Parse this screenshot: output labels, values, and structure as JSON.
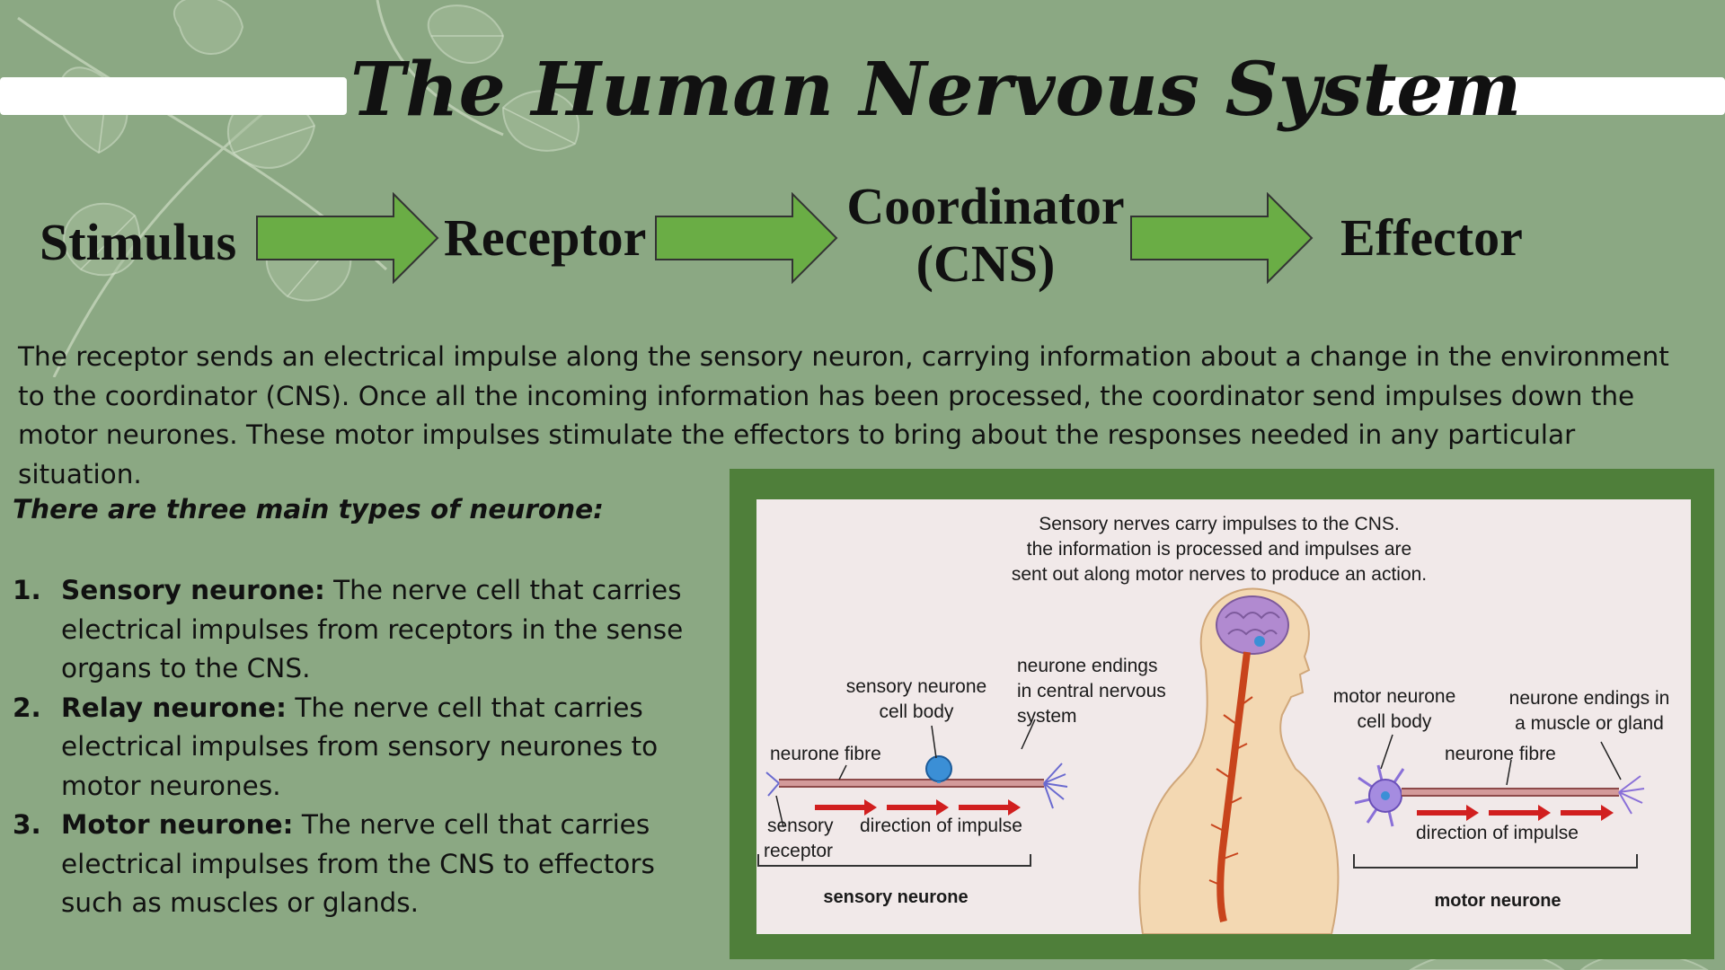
{
  "title": "The Human Nervous System",
  "flow": {
    "stimulus": "Stimulus",
    "receptor": "Receptor",
    "coordinator_line1": "Coordinator",
    "coordinator_line2": "(CNS)",
    "effector": "Effector"
  },
  "paragraph": "The receptor sends an electrical impulse along the sensory neuron, carrying information about a change in the environment to the coordinator (CNS). Once all the incoming information has been processed, the coordinator send impulses down the motor neurones. These motor impulses stimulate the effectors to bring about the responses needed in any particular situation.",
  "types_heading": "There are three main types of neurone:",
  "neurone_types": [
    {
      "number": "1.",
      "term": "Sensory neurone:",
      "description": " The nerve cell that carries electrical impulses from receptors in the sense organs to the CNS."
    },
    {
      "number": "2.",
      "term": "Relay neurone:",
      "description": " The nerve cell that carries electrical impulses from sensory neurones to motor neurones."
    },
    {
      "number": "3.",
      "term": "Motor neurone:",
      "description": " The nerve cell that carries electrical impulses from the CNS to effectors such as muscles or glands."
    }
  ],
  "figure": {
    "caption_line1": "Sensory nerves carry impulses to the CNS.",
    "caption_line2": "the information is processed and impulses are",
    "caption_line3": "sent out along motor nerves to produce an action.",
    "sensory_cell_body_1": "sensory neurone",
    "sensory_cell_body_2": "cell body",
    "neurone_endings_cns_1": "neurone endings",
    "neurone_endings_cns_2": "in central nervous",
    "neurone_endings_cns_3": "system",
    "neurone_fibre_left": "neurone fibre",
    "sensory_receptor_1": "sensory",
    "sensory_receptor_2": "receptor",
    "direction_left": "direction of impulse",
    "sensory_neurone_label": "sensory neurone",
    "motor_cell_body_1": "motor neurone",
    "motor_cell_body_2": "cell body",
    "neurone_endings_muscle_1": "neurone endings in",
    "neurone_endings_muscle_2": "a muscle or gland",
    "neurone_fibre_right": "neurone fibre",
    "direction_right": "direction of impulse",
    "motor_neurone_label": "motor neurone"
  },
  "colors": {
    "background": "#8ba883",
    "arrow_fill": "#6aad45",
    "frame": "#4f7f3a"
  }
}
